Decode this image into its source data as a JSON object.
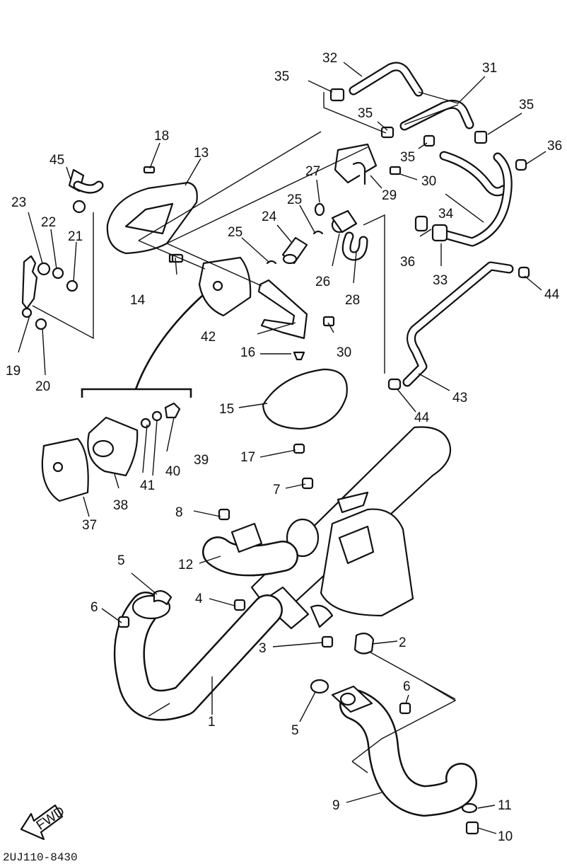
{
  "labels": [
    {
      "id": "1",
      "text": "1"
    },
    {
      "id": "2",
      "text": "2"
    },
    {
      "id": "3",
      "text": "3"
    },
    {
      "id": "4",
      "text": "4"
    },
    {
      "id": "5a",
      "text": "5"
    },
    {
      "id": "5b",
      "text": "5"
    },
    {
      "id": "6a",
      "text": "6"
    },
    {
      "id": "6b",
      "text": "6"
    },
    {
      "id": "7",
      "text": "7"
    },
    {
      "id": "8",
      "text": "8"
    },
    {
      "id": "9",
      "text": "9"
    },
    {
      "id": "10",
      "text": "10"
    },
    {
      "id": "11",
      "text": "11"
    },
    {
      "id": "12",
      "text": "12"
    },
    {
      "id": "13",
      "text": "13"
    },
    {
      "id": "14",
      "text": "14"
    },
    {
      "id": "15",
      "text": "15"
    },
    {
      "id": "16",
      "text": "16"
    },
    {
      "id": "17",
      "text": "17"
    },
    {
      "id": "18",
      "text": "18"
    },
    {
      "id": "19",
      "text": "19"
    },
    {
      "id": "20",
      "text": "20"
    },
    {
      "id": "21",
      "text": "21"
    },
    {
      "id": "22",
      "text": "22"
    },
    {
      "id": "23",
      "text": "23"
    },
    {
      "id": "24",
      "text": "24"
    },
    {
      "id": "25a",
      "text": "25"
    },
    {
      "id": "25b",
      "text": "25"
    },
    {
      "id": "26",
      "text": "26"
    },
    {
      "id": "27",
      "text": "27"
    },
    {
      "id": "28",
      "text": "28"
    },
    {
      "id": "29",
      "text": "29"
    },
    {
      "id": "30a",
      "text": "30"
    },
    {
      "id": "30b",
      "text": "30"
    },
    {
      "id": "31",
      "text": "31"
    },
    {
      "id": "32",
      "text": "32"
    },
    {
      "id": "33",
      "text": "33"
    },
    {
      "id": "34",
      "text": "34"
    },
    {
      "id": "35a",
      "text": "35"
    },
    {
      "id": "35b",
      "text": "35"
    },
    {
      "id": "35c",
      "text": "35"
    },
    {
      "id": "35d",
      "text": "35"
    },
    {
      "id": "36a",
      "text": "36"
    },
    {
      "id": "36b",
      "text": "36"
    },
    {
      "id": "37",
      "text": "37"
    },
    {
      "id": "38",
      "text": "38"
    },
    {
      "id": "39",
      "text": "39"
    },
    {
      "id": "40",
      "text": "40"
    },
    {
      "id": "41",
      "text": "41"
    },
    {
      "id": "42",
      "text": "42"
    },
    {
      "id": "43",
      "text": "43"
    },
    {
      "id": "44a",
      "text": "44"
    },
    {
      "id": "44b",
      "text": "44"
    },
    {
      "id": "45",
      "text": "45"
    }
  ],
  "footer": {
    "code": "2UJ110-8430",
    "arrow_text": "FWD"
  },
  "colors": {
    "ink": "#111111",
    "paper": "#ffffff"
  }
}
